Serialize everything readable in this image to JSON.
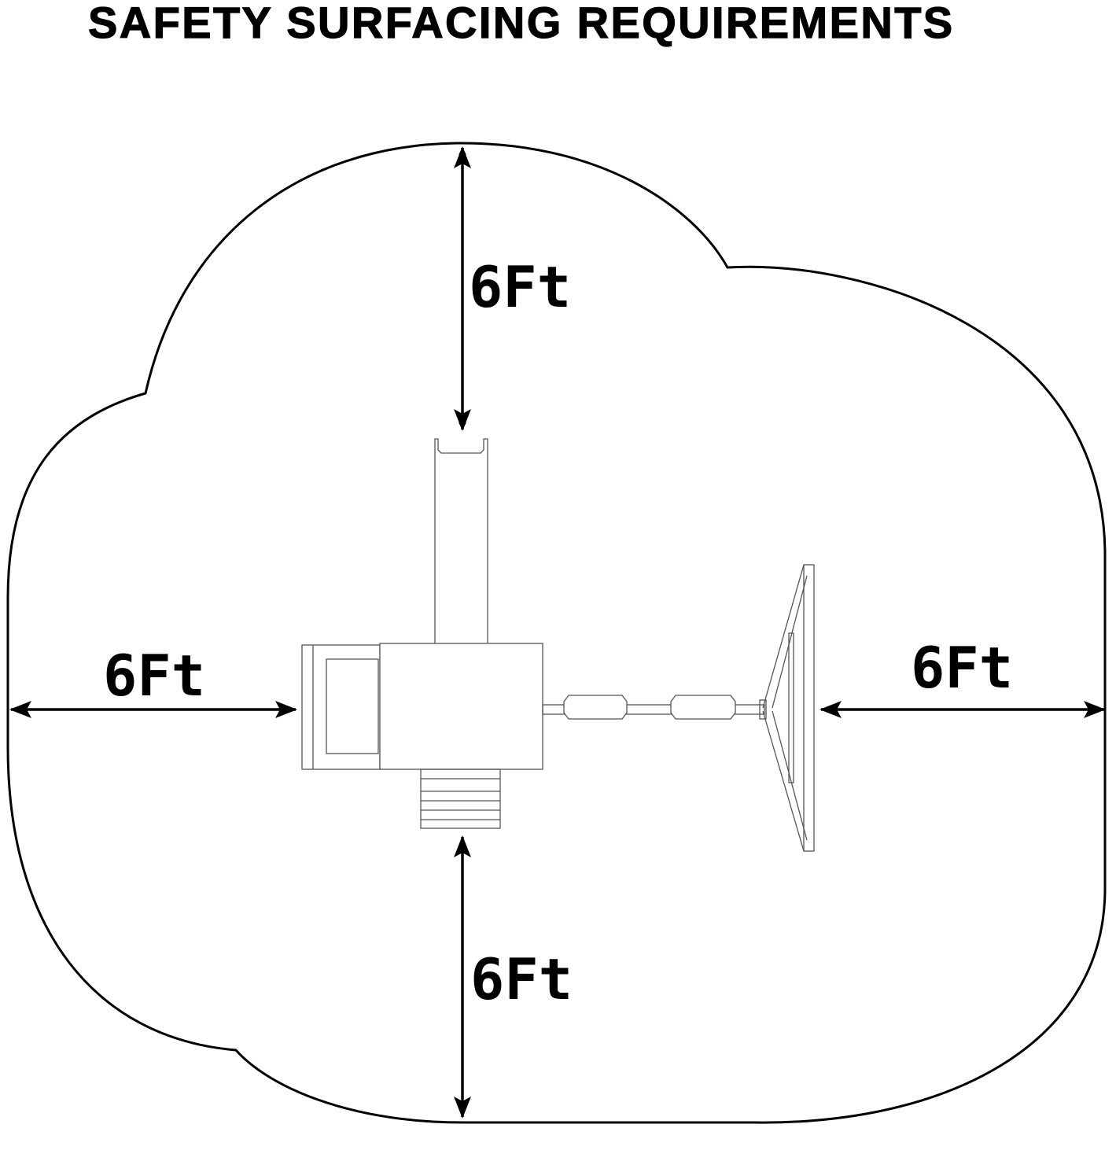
{
  "title": "SAFETY SURFACING REQUIREMENTS",
  "labels": {
    "top": "6Ft",
    "left": "6Ft",
    "right": "6Ft",
    "bottom": "6Ft"
  },
  "colors": {
    "line": "#000000",
    "background": "#ffffff",
    "structure": "#555555"
  }
}
